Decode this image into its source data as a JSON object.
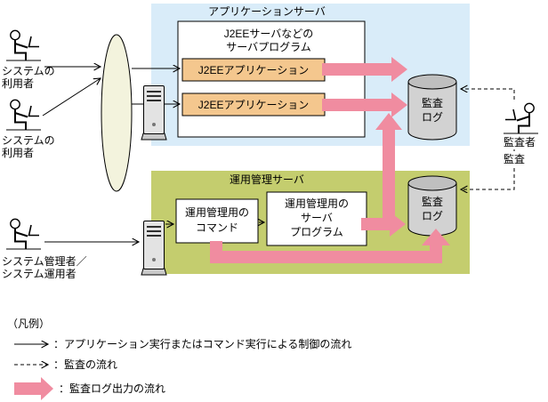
{
  "colors": {
    "app_server_bg": "#d9ecf9",
    "mgmt_server_bg": "#c4cd6e",
    "j2ee_app_bg": "#f4c78e",
    "audit_arrow": "#f08ca0",
    "cylinder_body": "#d2d2d2",
    "cylinder_top": "#bfbfbf",
    "network_ellipse": "#f3f3dd"
  },
  "app_server": {
    "title": "アプリケーションサーバ",
    "program_title_lines": [
      "J2EEサーバなどの",
      "サーバプログラム"
    ],
    "applications": [
      "J2EEアプリケーション",
      "J2EEアプリケーション"
    ],
    "audit_log_lines": [
      "監査",
      "ログ"
    ]
  },
  "mgmt_server": {
    "title": "運用管理サーバ",
    "command_lines": [
      "運用管理用の",
      "コマンド"
    ],
    "program_lines": [
      "運用管理用の",
      "サーバ",
      "プログラム"
    ],
    "audit_log_lines": [
      "監査",
      "ログ"
    ]
  },
  "actors": {
    "user1_lines": [
      "システムの",
      "利用者"
    ],
    "user2_lines": [
      "システムの",
      "利用者"
    ],
    "admin_lines": [
      "システム管理者／",
      "システム運用者"
    ],
    "auditor_label": "監査者"
  },
  "audit_flow_label": "監査",
  "legend": {
    "title": "（凡例）",
    "control_flow": "：アプリケーション実行またはコマンド実行による制御の流れ",
    "audit_flow": "：監査の流れ",
    "audit_log_flow": "：監査ログ出力の流れ"
  }
}
